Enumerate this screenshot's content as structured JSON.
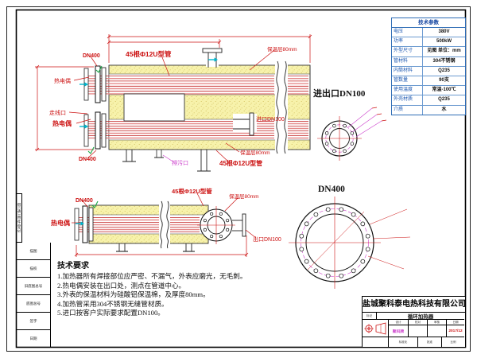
{
  "colors": {
    "annotation_red": "#cc1111",
    "magenta": "#cc3fcc",
    "insulation_yellow": "#f7f2ab",
    "table_blue": "#1c57b0",
    "cyan_arrow": "#00b5cc",
    "green_mark": "#17a845"
  },
  "params_table": {
    "title": "技术参数",
    "rows": [
      {
        "label": "电压",
        "value": "380V"
      },
      {
        "label": "功率",
        "value": "500kW"
      },
      {
        "label": "外型尺寸",
        "value": "见图 单位：mm"
      },
      {
        "label": "管材料",
        "value": "304不锈钢"
      },
      {
        "label": "内筒材料",
        "value": "Q235"
      },
      {
        "label": "管数量",
        "value": "90支"
      },
      {
        "label": "使用温度",
        "value": "常温-100℃"
      },
      {
        "label": "外壳材质",
        "value": "Q235"
      },
      {
        "label": "介质",
        "value": "水"
      }
    ]
  },
  "annotations": {
    "dn400_top": "DN400",
    "tube_bundle_top": "45根Φ12U型管",
    "insulation_top": "保温层80mm",
    "thermocouple_top": "热电偶",
    "wiring_port": "走线口",
    "thermocouple_mid": "热电偶",
    "dn400_mid": "DN400",
    "inlet_dn100": "进口DN100",
    "insulation_mid": "保温层80mm",
    "tube_bundle_mid": "45根Φ12U型管",
    "drain_port": "排污口",
    "inout_dn100": "进出口DN100",
    "dn400_view": "DN400",
    "dn400_bottom": "DN400",
    "tube_bundle_bottom": "45根Φ12U型管",
    "thermocouple_bottom": "热电偶",
    "insulation_bottom": "保温层80mm",
    "outlet_dn100": "出口DN100"
  },
  "tech_requirements": {
    "title": "技术要求",
    "items": [
      "1.加热器所有焊接部位应严密、不漏气，外表应磨光，无毛刺。",
      "2.热电偶安装在出口处，测点在管道中心。",
      "3.外表的保温材料为硅酸铝保温棉，及厚度80mm。",
      "4.加热管采用304不锈钢无缝管材质。",
      "5.进口按客户实际要求配置DN100。"
    ]
  },
  "title_block": {
    "company": "盐城聚科泰电热科技有限公司",
    "product": "循环加热器",
    "brand": "聚科牌",
    "date": "2017/12",
    "mark_label": "标记",
    "small_labels": [
      "设计",
      "校对",
      "审核",
      "日期",
      "标准化",
      "批准",
      "比例"
    ]
  },
  "left_blocks": [
    "借(通)用件登记",
    "描图",
    "描校",
    "旧底图总号",
    "底图总号",
    "签字",
    "日期"
  ]
}
